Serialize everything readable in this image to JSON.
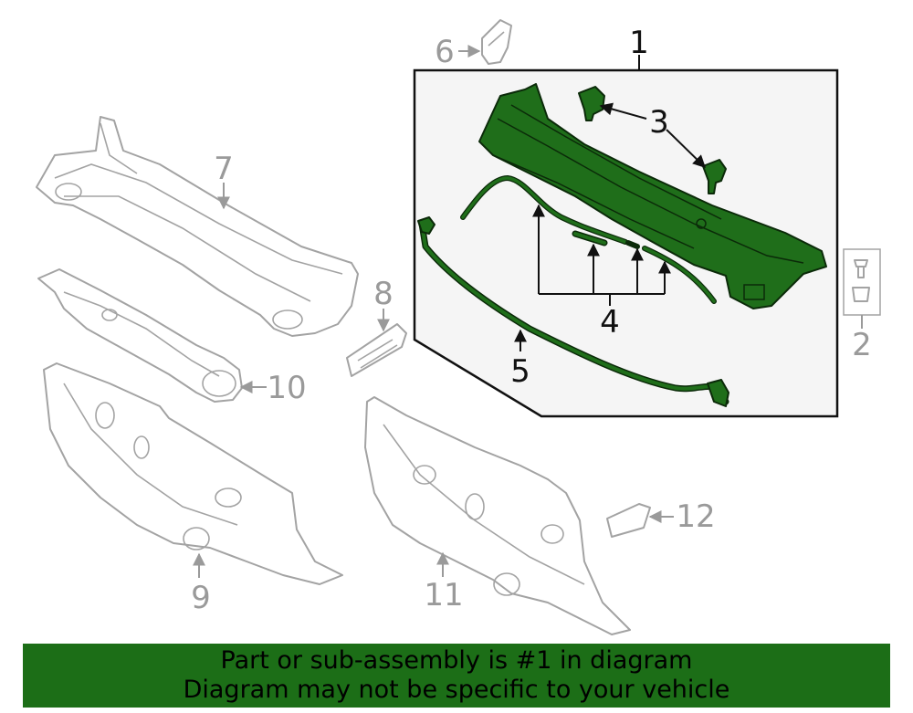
{
  "callouts": {
    "c1": "1",
    "c2": "2",
    "c3": "3",
    "c4": "4",
    "c5": "5",
    "c6": "6",
    "c7": "7",
    "c8": "8",
    "c9": "9",
    "c10": "10",
    "c11": "11",
    "c12": "12"
  },
  "colors": {
    "highlight_part": "#1f6e1a",
    "other_parts": "#a3a3a3",
    "banner_background": "#1c6e17",
    "callout_box_background": "#f5f5f5"
  },
  "banner": {
    "line1": "Part or sub-assembly is #1 in diagram",
    "line2": "Diagram may not be specific to your vehicle"
  }
}
